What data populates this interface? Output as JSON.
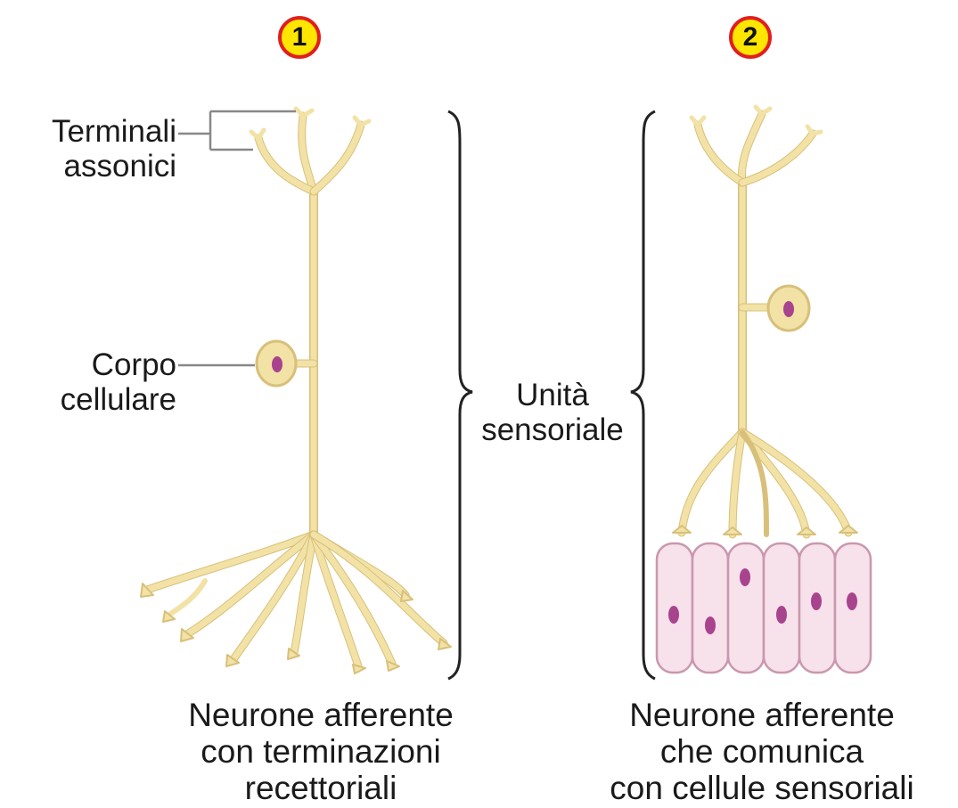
{
  "panels": [
    {
      "number": "1",
      "caption": [
        "Neurone afferente",
        "con terminazioni",
        "recettoriali"
      ]
    },
    {
      "number": "2",
      "caption": [
        "Neurone afferente",
        "che comunica",
        "con cellule sensoriali"
      ]
    }
  ],
  "labels": {
    "axon_terminals": [
      "Terminali",
      "assonici"
    ],
    "cell_body": [
      "Corpo",
      "cellulare"
    ],
    "sensory_unit": [
      "Unità",
      "sensoriale"
    ]
  },
  "colors": {
    "neuron": "#f2e2a6",
    "neuron_outline": "#d8c07a",
    "nucleus": "#a8438e",
    "sensory_cell": "#f7e1ea",
    "sensory_cell_outline": "#c998ad",
    "badge_fill": "#ffe600",
    "badge_ring": "#e01f1f"
  }
}
